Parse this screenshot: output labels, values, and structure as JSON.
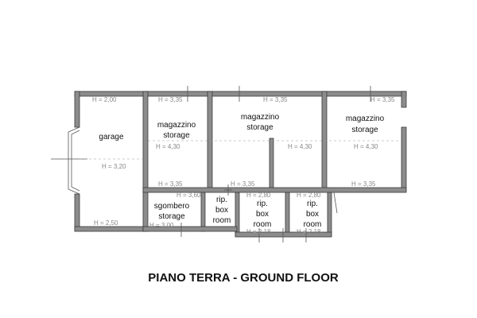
{
  "plan": {
    "title": "PIANO TERRA - GROUND FLOOR",
    "rooms": {
      "garage": [
        "garage"
      ],
      "storage_1": [
        "magazzino",
        "storage"
      ],
      "storage_2": [
        "magazzino",
        "storage"
      ],
      "storage_3": [
        "magazzino",
        "storage"
      ],
      "sgombero": [
        "sgombero",
        "storage"
      ],
      "box_1": [
        "rip.",
        "box",
        "room"
      ],
      "box_2": [
        "rip.",
        "box",
        "room"
      ],
      "box_3": [
        "rip.",
        "box",
        "room"
      ]
    },
    "heights": {
      "h_garage_top": "H = 2,00",
      "h_garage_mid": "H = 3,20",
      "h_garage_bot": "H = 2,50",
      "h_storage1_top": "H = 3,35",
      "h_storage1_mid": "H = 4,30",
      "h_storage1_bot": "H = 3,35",
      "h_storage2_top": "H = 3,35",
      "h_storage2_mid": "H = 4,30",
      "h_storage2_bot": "H = 3,35",
      "h_storage3_top": "H = 3,35",
      "h_storage3_mid": "H = 4,30",
      "h_storage3_bot": "H = 3,35",
      "h_sgombero_top": "H = 3,60",
      "h_sgombero_bot": "H = 3,00",
      "h_box2_top": "H = 2,80",
      "h_box2_bot": "H = 2,18",
      "h_box3_top": "H = 2,80",
      "h_box3_bot": "H = 2,18"
    }
  }
}
